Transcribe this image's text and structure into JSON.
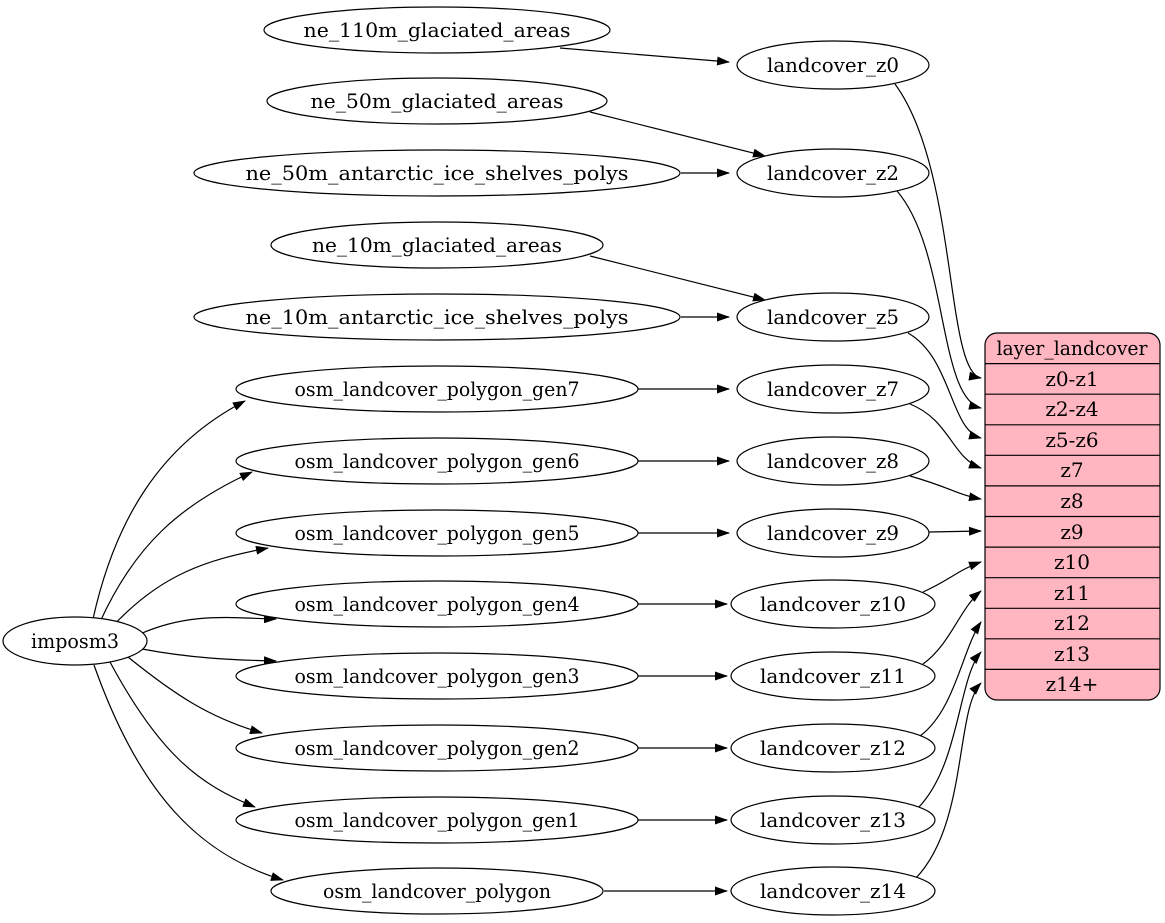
{
  "graph": {
    "direction": "LR",
    "colors": {
      "background": "#ffffff",
      "edge": "#000000",
      "node_fill": "#ffffff",
      "node_stroke": "#000000",
      "table_fill": "#ffb6c1",
      "text": "#000000"
    },
    "root": {
      "label": "imposm3"
    },
    "sources": [
      {
        "label": "ne_110m_glaciated_areas"
      },
      {
        "label": "ne_50m_glaciated_areas"
      },
      {
        "label": "ne_50m_antarctic_ice_shelves_polys"
      },
      {
        "label": "ne_10m_glaciated_areas"
      },
      {
        "label": "ne_10m_antarctic_ice_shelves_polys"
      },
      {
        "label": "osm_landcover_polygon_gen7"
      },
      {
        "label": "osm_landcover_polygon_gen6"
      },
      {
        "label": "osm_landcover_polygon_gen5"
      },
      {
        "label": "osm_landcover_polygon_gen4"
      },
      {
        "label": "osm_landcover_polygon_gen3"
      },
      {
        "label": "osm_landcover_polygon_gen2"
      },
      {
        "label": "osm_landcover_polygon_gen1"
      },
      {
        "label": "osm_landcover_polygon"
      }
    ],
    "layers": [
      {
        "label": "landcover_z0"
      },
      {
        "label": "landcover_z2"
      },
      {
        "label": "landcover_z5"
      },
      {
        "label": "landcover_z7"
      },
      {
        "label": "landcover_z8"
      },
      {
        "label": "landcover_z9"
      },
      {
        "label": "landcover_z10"
      },
      {
        "label": "landcover_z11"
      },
      {
        "label": "landcover_z12"
      },
      {
        "label": "landcover_z13"
      },
      {
        "label": "landcover_z14"
      }
    ],
    "table": {
      "title": "layer_landcover",
      "rows": [
        "z0-z1",
        "z2-z4",
        "z5-z6",
        "z7",
        "z8",
        "z9",
        "z10",
        "z11",
        "z12",
        "z13",
        "z14+"
      ]
    },
    "edges": [
      {
        "from": "ne_110m_glaciated_areas",
        "to": "landcover_z0"
      },
      {
        "from": "ne_50m_glaciated_areas",
        "to": "landcover_z2"
      },
      {
        "from": "ne_50m_antarctic_ice_shelves_polys",
        "to": "landcover_z2"
      },
      {
        "from": "ne_10m_glaciated_areas",
        "to": "landcover_z5"
      },
      {
        "from": "ne_10m_antarctic_ice_shelves_polys",
        "to": "landcover_z5"
      },
      {
        "from": "imposm3",
        "to": "osm_landcover_polygon_gen7"
      },
      {
        "from": "imposm3",
        "to": "osm_landcover_polygon_gen6"
      },
      {
        "from": "imposm3",
        "to": "osm_landcover_polygon_gen5"
      },
      {
        "from": "imposm3",
        "to": "osm_landcover_polygon_gen4"
      },
      {
        "from": "imposm3",
        "to": "osm_landcover_polygon_gen3"
      },
      {
        "from": "imposm3",
        "to": "osm_landcover_polygon_gen2"
      },
      {
        "from": "imposm3",
        "to": "osm_landcover_polygon_gen1"
      },
      {
        "from": "imposm3",
        "to": "osm_landcover_polygon"
      },
      {
        "from": "osm_landcover_polygon_gen7",
        "to": "landcover_z7"
      },
      {
        "from": "osm_landcover_polygon_gen6",
        "to": "landcover_z8"
      },
      {
        "from": "osm_landcover_polygon_gen5",
        "to": "landcover_z9"
      },
      {
        "from": "osm_landcover_polygon_gen4",
        "to": "landcover_z10"
      },
      {
        "from": "osm_landcover_polygon_gen3",
        "to": "landcover_z11"
      },
      {
        "from": "osm_landcover_polygon_gen2",
        "to": "landcover_z12"
      },
      {
        "from": "osm_landcover_polygon_gen1",
        "to": "landcover_z13"
      },
      {
        "from": "osm_landcover_polygon",
        "to": "landcover_z14"
      },
      {
        "from": "landcover_z0",
        "to": "layer_landcover:z0-z1"
      },
      {
        "from": "landcover_z2",
        "to": "layer_landcover:z2-z4"
      },
      {
        "from": "landcover_z5",
        "to": "layer_landcover:z5-z6"
      },
      {
        "from": "landcover_z7",
        "to": "layer_landcover:z7"
      },
      {
        "from": "landcover_z8",
        "to": "layer_landcover:z8"
      },
      {
        "from": "landcover_z9",
        "to": "layer_landcover:z9"
      },
      {
        "from": "landcover_z10",
        "to": "layer_landcover:z10"
      },
      {
        "from": "landcover_z11",
        "to": "layer_landcover:z11"
      },
      {
        "from": "landcover_z12",
        "to": "layer_landcover:z12"
      },
      {
        "from": "landcover_z13",
        "to": "layer_landcover:z13"
      },
      {
        "from": "landcover_z14",
        "to": "layer_landcover:z14+"
      }
    ]
  }
}
